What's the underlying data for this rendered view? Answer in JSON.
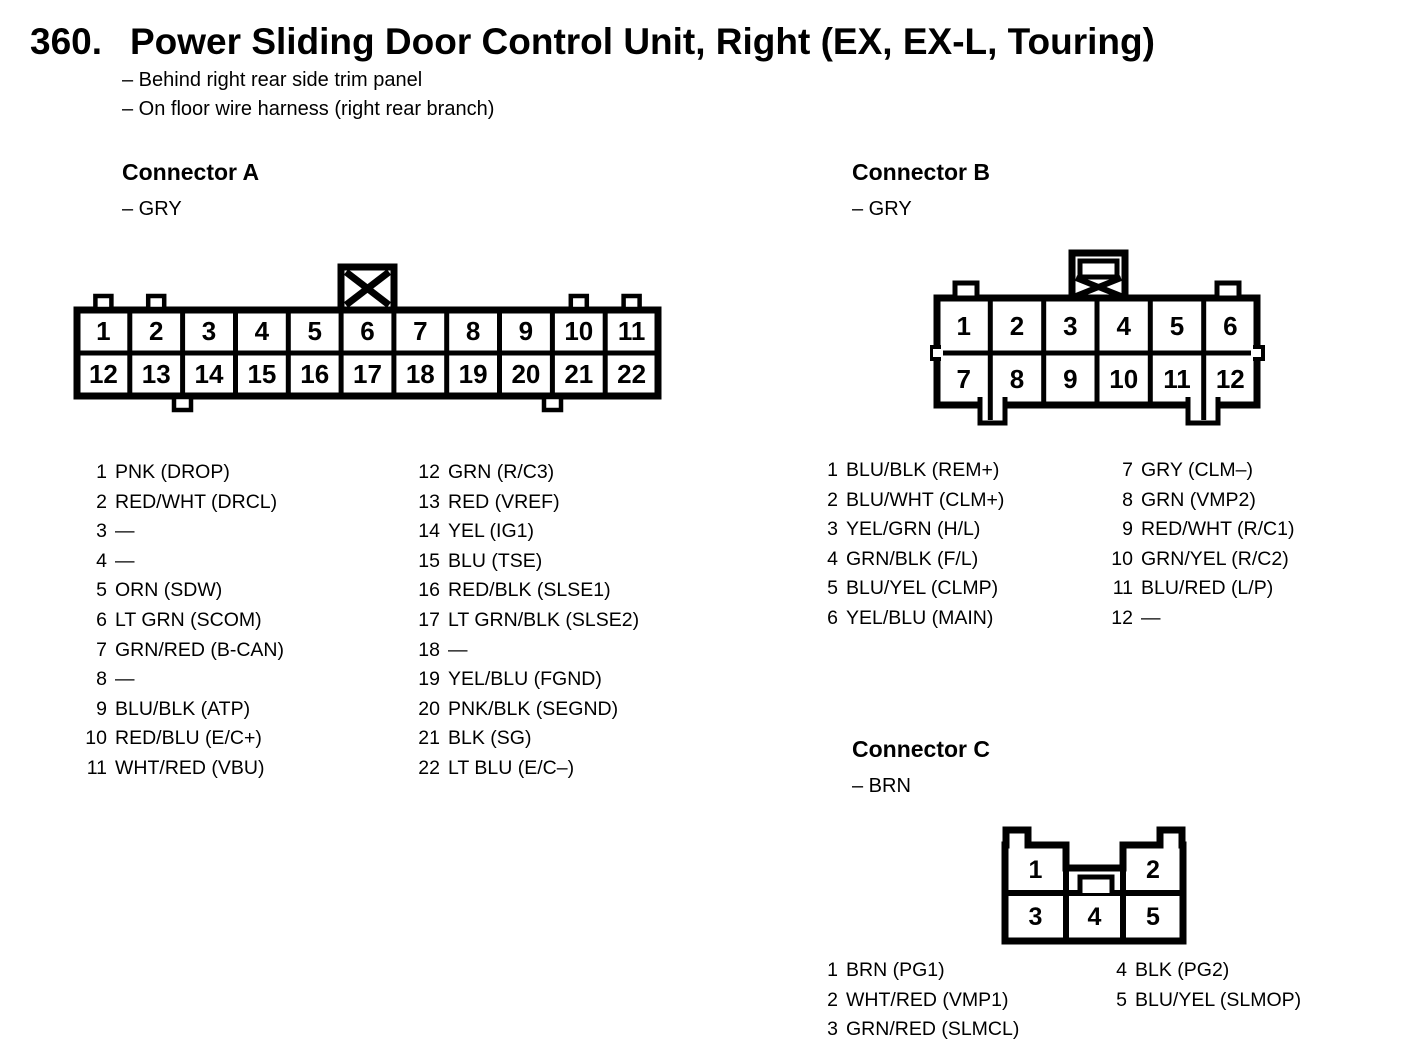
{
  "title": {
    "number": "360.",
    "text": "Power Sliding Door Control Unit, Right (EX, EX-L, Touring)"
  },
  "notes": {
    "line1": "– Behind right rear side trim panel",
    "line2": "– On floor wire harness (right rear branch)"
  },
  "connector_a": {
    "heading": "Connector A",
    "color_label": "– GRY",
    "housing_color": "GRY",
    "cells": [
      "1",
      "2",
      "3",
      "4",
      "5",
      "6",
      "7",
      "8",
      "9",
      "10",
      "11",
      "12",
      "13",
      "14",
      "15",
      "16",
      "17",
      "18",
      "19",
      "20",
      "21",
      "22"
    ],
    "pins_left": [
      {
        "n": "1",
        "label": "PNK (DROP)"
      },
      {
        "n": "2",
        "label": "RED/WHT (DRCL)"
      },
      {
        "n": "3",
        "label": "—"
      },
      {
        "n": "4",
        "label": "—"
      },
      {
        "n": "5",
        "label": "ORN (SDW)"
      },
      {
        "n": "6",
        "label": "LT GRN (SCOM)"
      },
      {
        "n": "7",
        "label": "GRN/RED (B-CAN)"
      },
      {
        "n": "8",
        "label": "—"
      },
      {
        "n": "9",
        "label": "BLU/BLK (ATP)"
      },
      {
        "n": "10",
        "label": "RED/BLU (E/C+)"
      },
      {
        "n": "11",
        "label": "WHT/RED (VBU)"
      }
    ],
    "pins_right": [
      {
        "n": "12",
        "label": "GRN (R/C3)"
      },
      {
        "n": "13",
        "label": "RED (VREF)"
      },
      {
        "n": "14",
        "label": "YEL (IG1)"
      },
      {
        "n": "15",
        "label": "BLU (TSE)"
      },
      {
        "n": "16",
        "label": "RED/BLK (SLSE1)"
      },
      {
        "n": "17",
        "label": "LT GRN/BLK (SLSE2)"
      },
      {
        "n": "18",
        "label": "—"
      },
      {
        "n": "19",
        "label": "YEL/BLU (FGND)"
      },
      {
        "n": "20",
        "label": "PNK/BLK (SEGND)"
      },
      {
        "n": "21",
        "label": "BLK (SG)"
      },
      {
        "n": "22",
        "label": "LT BLU (E/C–)"
      }
    ]
  },
  "connector_b": {
    "heading": "Connector B",
    "color_label": "– GRY",
    "housing_color": "GRY",
    "cells": [
      "1",
      "2",
      "3",
      "4",
      "5",
      "6",
      "7",
      "8",
      "9",
      "10",
      "11",
      "12"
    ],
    "pins_left": [
      {
        "n": "1",
        "label": "BLU/BLK (REM+)"
      },
      {
        "n": "2",
        "label": "BLU/WHT (CLM+)"
      },
      {
        "n": "3",
        "label": "YEL/GRN (H/L)"
      },
      {
        "n": "4",
        "label": "GRN/BLK (F/L)"
      },
      {
        "n": "5",
        "label": "BLU/YEL (CLMP)"
      },
      {
        "n": "6",
        "label": "YEL/BLU (MAIN)"
      }
    ],
    "pins_right": [
      {
        "n": "7",
        "label": "GRY (CLM–)"
      },
      {
        "n": "8",
        "label": "GRN (VMP2)"
      },
      {
        "n": "9",
        "label": "RED/WHT (R/C1)"
      },
      {
        "n": "10",
        "label": "GRN/YEL (R/C2)"
      },
      {
        "n": "11",
        "label": "BLU/RED (L/P)"
      },
      {
        "n": "12",
        "label": "—"
      }
    ]
  },
  "connector_c": {
    "heading": "Connector C",
    "color_label": "– BRN",
    "housing_color": "BRN",
    "cells": [
      "1",
      "2",
      "3",
      "4",
      "5"
    ],
    "pins_left": [
      {
        "n": "1",
        "label": "BRN (PG1)"
      },
      {
        "n": "2",
        "label": "WHT/RED (VMP1)"
      },
      {
        "n": "3",
        "label": "GRN/RED (SLMCL)"
      }
    ],
    "pins_right": [
      {
        "n": "4",
        "label": "BLK (PG2)"
      },
      {
        "n": "5",
        "label": "BLU/YEL (SLMOP)"
      }
    ]
  },
  "colors": {
    "ink": "#000000",
    "paper": "#ffffff"
  }
}
